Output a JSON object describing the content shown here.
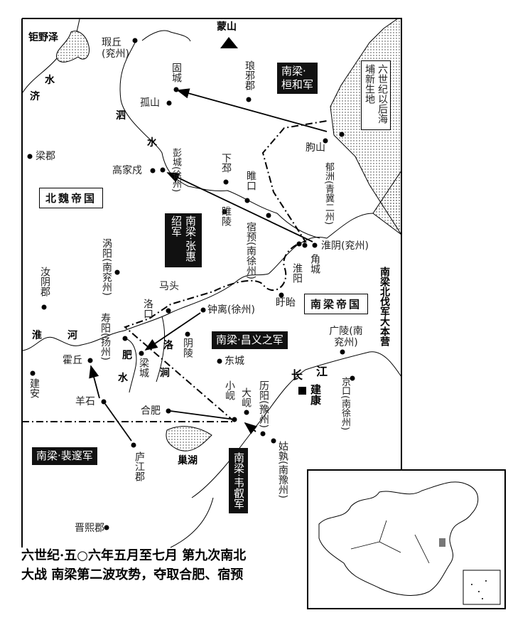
{
  "places": {
    "juyeze": "钜野泽",
    "xiaqiu": "瑕丘(兖州)",
    "mengshan": "蒙山",
    "gucheng": "固城",
    "langyajun": "琅邪郡",
    "gushan": "孤山",
    "liangjun": "梁郡",
    "pengcheng": "彭城(徐州)",
    "gaojiashu": "高家戍",
    "xiapi": "下邳",
    "suikou": "睢口",
    "suiling": "睢陵",
    "suyu": "宿预(南徐州)",
    "qushan": "朐山",
    "yuzhou": "郁洲(青冀二州)",
    "huaiyin": "淮阴(兖州)",
    "jiaocheng": "角城",
    "huaiyang": "淮阳",
    "xuyi": "盱眙",
    "woyang": "涡阳(南兖州)",
    "ruyinjun": "汝阴郡",
    "matou": "马头",
    "luokou": "洛口",
    "shouyang": "寿阳(扬州)",
    "zhongli": "钟离(徐州)",
    "yinling": "阴陵",
    "dongcheng": "东城",
    "huoqiu": "霍丘",
    "liangcheng": "梁城",
    "jianan": "建安",
    "yangshi": "羊石",
    "hefei": "合肥",
    "xiaoxian": "小岘",
    "daxian": "大岘",
    "liyang": "历阳(豫州)",
    "gushu": "姑孰(南豫州)",
    "jiankang": "建康",
    "jingkou": "京口(南徐州)",
    "guangling": "广陵(南兖州)",
    "chaohu": "巢湖",
    "lujiangjun": "庐江郡",
    "jinxijun": "晋熙郡"
  },
  "rivers": {
    "ji1": "济",
    "ji2": "水",
    "si1": "泗",
    "si2": "水",
    "huai1": "淮",
    "huai2": "河",
    "fei1": "肥",
    "fei2": "水",
    "luo1": "洛",
    "luo2": "涧",
    "jiang1": "长",
    "jiang2": "江"
  },
  "states": {
    "northern_wei": "北魏帝国",
    "southern_liang": "南梁帝国",
    "hq": "南梁北伐军大本营",
    "new_land": "六世纪以后海埔新生地"
  },
  "armies": {
    "huanhe": [
      "南梁·",
      "桓和军"
    ],
    "zhanghuishao": "南梁·张惠绍军",
    "changyizhi": "南梁·昌义之军",
    "peisui": "南梁·裴邃军",
    "weirui": "南梁·韦叡军"
  },
  "caption": {
    "line1": "六世纪·五○六年五月至七月  第九次南北",
    "line2": "大战   南梁第二波攻势，夺取合肥、宿预"
  }
}
